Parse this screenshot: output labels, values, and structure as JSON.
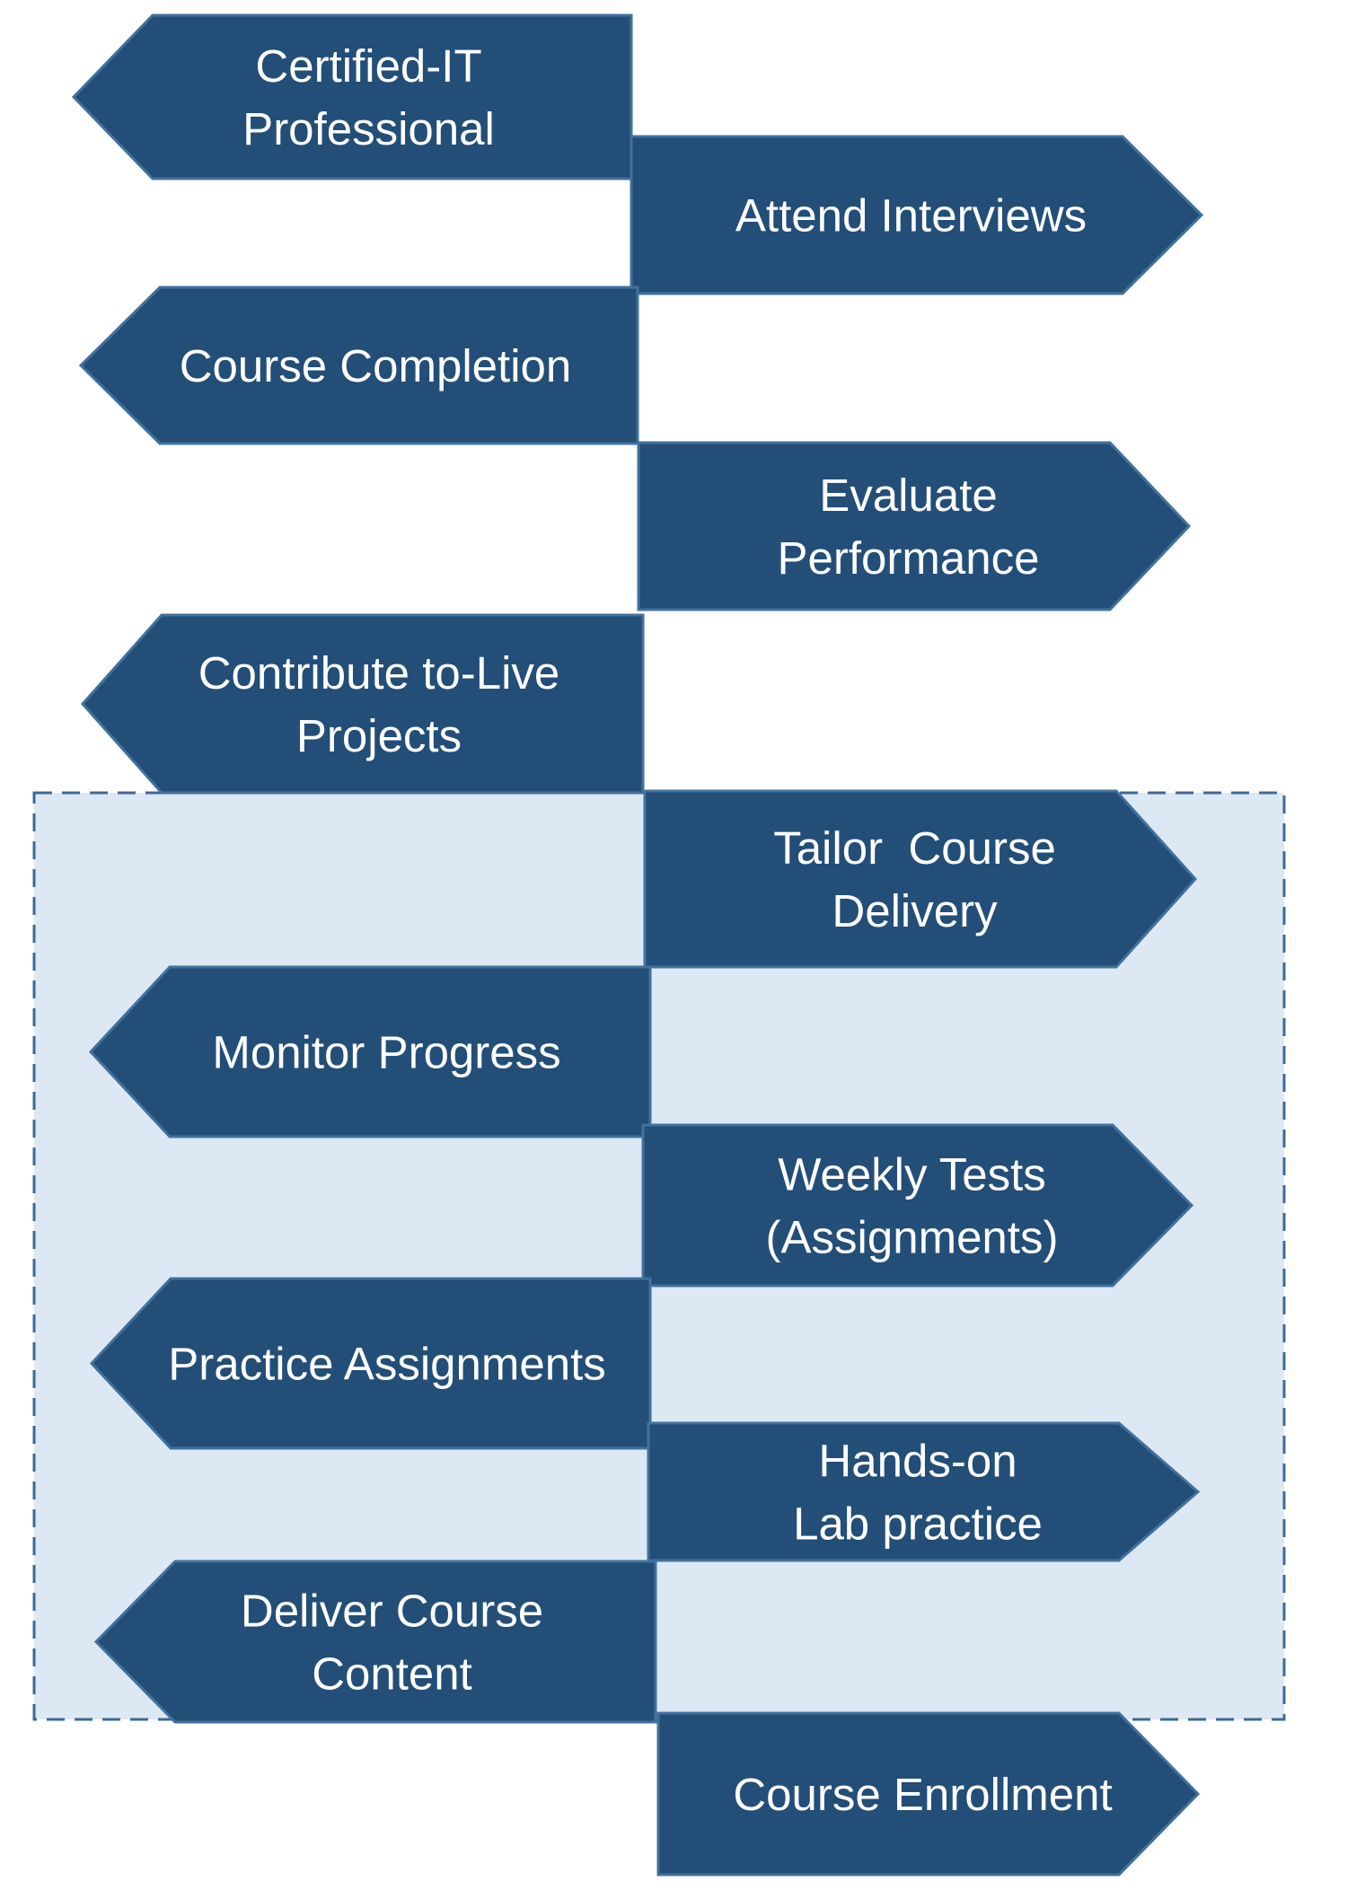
{
  "colors": {
    "arrow_fill": "#234e78",
    "arrow_stroke": "#41719c",
    "highlight_fill": "#dde8f5",
    "highlight_border": "#3d6a93",
    "text": "#ffffff"
  },
  "steps": [
    {
      "id": "certified-it-professional",
      "direction": "left",
      "lines": [
        "Certified-IT",
        "Professional"
      ]
    },
    {
      "id": "attend-interviews",
      "direction": "right",
      "lines": [
        "Attend Interviews"
      ]
    },
    {
      "id": "course-completion",
      "direction": "left",
      "lines": [
        "Course Completion"
      ]
    },
    {
      "id": "evaluate-performance",
      "direction": "right",
      "lines": [
        "Evaluate",
        "Performance"
      ]
    },
    {
      "id": "contribute-to-live-projects",
      "direction": "left",
      "lines": [
        "Contribute to-Live",
        "Projects"
      ]
    },
    {
      "id": "tailor-course-delivery",
      "direction": "right",
      "lines": [
        "Tailor  Course",
        "Delivery"
      ]
    },
    {
      "id": "monitor-progress",
      "direction": "left",
      "lines": [
        "Monitor Progress"
      ]
    },
    {
      "id": "weekly-tests",
      "direction": "right",
      "lines": [
        "Weekly Tests",
        "(Assignments)"
      ]
    },
    {
      "id": "practice-assignments",
      "direction": "left",
      "lines": [
        "Practice Assignments"
      ]
    },
    {
      "id": "hands-on-lab-practice",
      "direction": "right",
      "lines": [
        "Hands-on",
        "Lab practice"
      ]
    },
    {
      "id": "deliver-course-content",
      "direction": "left",
      "lines": [
        "Deliver Course",
        "Content"
      ]
    },
    {
      "id": "course-enrollment",
      "direction": "right",
      "lines": [
        "Course Enrollment"
      ]
    }
  ]
}
